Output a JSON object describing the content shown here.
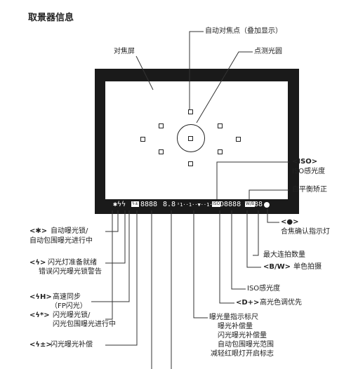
{
  "title": "取景器信息",
  "screen_label": "对焦屏",
  "af_points_label": "自动对焦点（叠加显示）",
  "spot_label": "点测光圆",
  "iso_heading": "<ISO>",
  "iso_sub": "ISO感光度",
  "wb_label": "白平衡矫正",
  "confirm_sym": "<●>",
  "confirm_label": "合焦确认指示灯",
  "maxburst_label": "最大连拍数量",
  "bw_sym": "<B/W>",
  "bw_label": "单色拍摄",
  "iso2_label": "ISO感光度",
  "dplus_sym": "<D+>",
  "dplus_label": "高光色调优先",
  "ael_sym": "<✱>",
  "ael_label": "自动曝光锁/",
  "ael_label2": "自动包围曝光进行中",
  "flash_ready_sym": "<ϟ>",
  "flash_ready_label": "闪光灯准备就绪",
  "flash_ready_label2": "错误闪光曝光锁警告",
  "hs_sym": "<ϟH>",
  "hs_label": "高速同步",
  "hs_label2": "（FP闪光）",
  "fel_sym": "<ϟ*>",
  "fel_label": "闪光曝光锁/",
  "fel_label2": "闪光包围曝光进行中",
  "fec_sym": "<ϟ±>",
  "fec_label": "闪光曝光补偿",
  "meter_label_1": "曝光量指示标尺",
  "meter_label_2": "曝光补偿量",
  "meter_label_3": "闪光曝光补偿量",
  "meter_label_4": "自动包围曝光范围",
  "meter_label_5": "减轻红眼灯开启标志",
  "lcd": {
    "icons": "✱ϟϟ",
    "shutter": "8888",
    "aperture": "8.8",
    "scale": "²1··1··▼··1··1²",
    "iso_badge": "ISO",
    "iso_digits": "D8888",
    "wb_badge": "W/B",
    "burst": "88"
  }
}
